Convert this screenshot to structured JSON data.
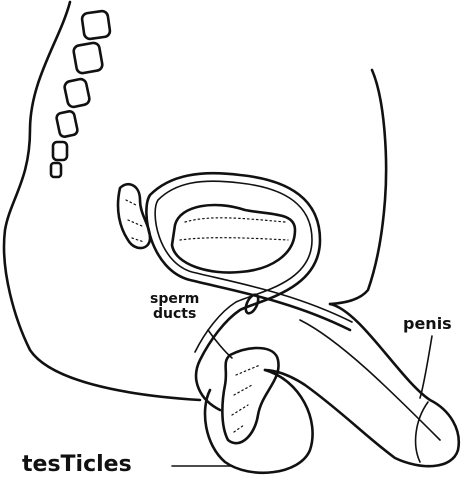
{
  "labels": {
    "sperm_ducts_line1": "sperm",
    "sperm_ducts_line2": "ducts",
    "penis": "penis",
    "testicles": "tesTicles"
  }
}
